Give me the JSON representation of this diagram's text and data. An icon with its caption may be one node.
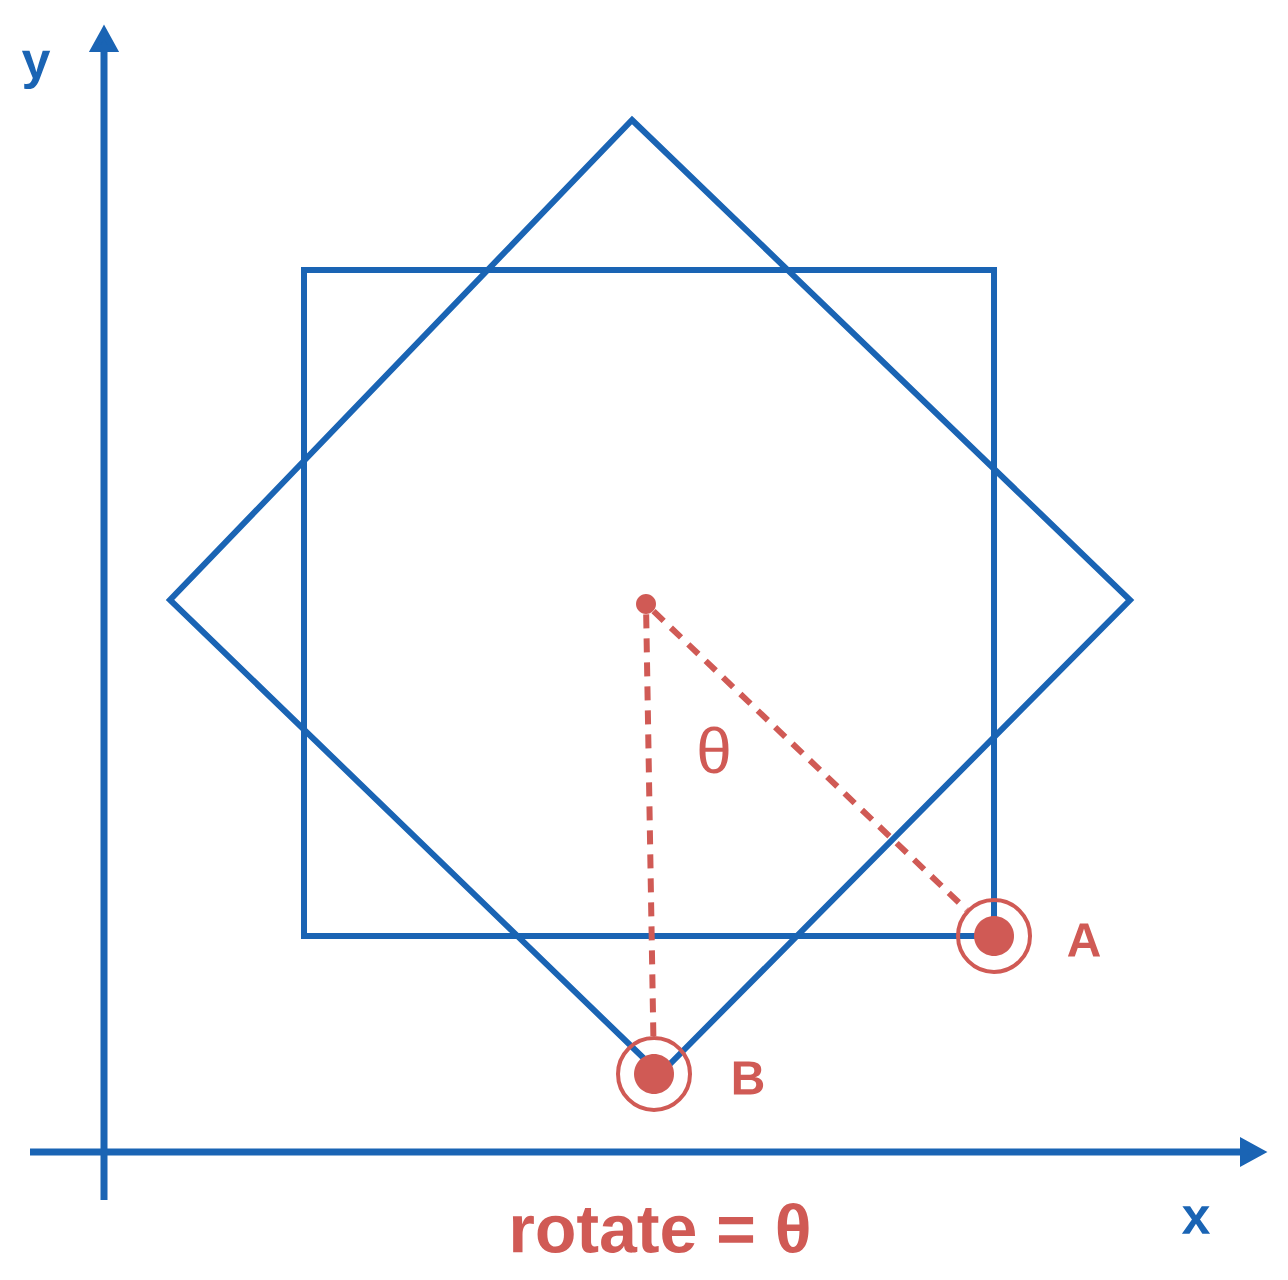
{
  "diagram": {
    "nodes": [
      {
        "text": [],
        "shape": "circle"
      },
      {
        "text": [],
        "shape": "circle",
        "beside": [
          "A"
        ]
      },
      {
        "text": [],
        "shape": "circle",
        "beside": [
          "B"
        ]
      }
    ],
    "edges": [
      {
        "from": 0,
        "to": 1,
        "arrow": "none",
        "style": "dashed"
      },
      {
        "from": 0,
        "to": 2,
        "arrow": "none",
        "style": "dashed"
      }
    ],
    "labels": [
      "y",
      "x",
      "θ",
      "rotate = θ"
    ]
  }
}
